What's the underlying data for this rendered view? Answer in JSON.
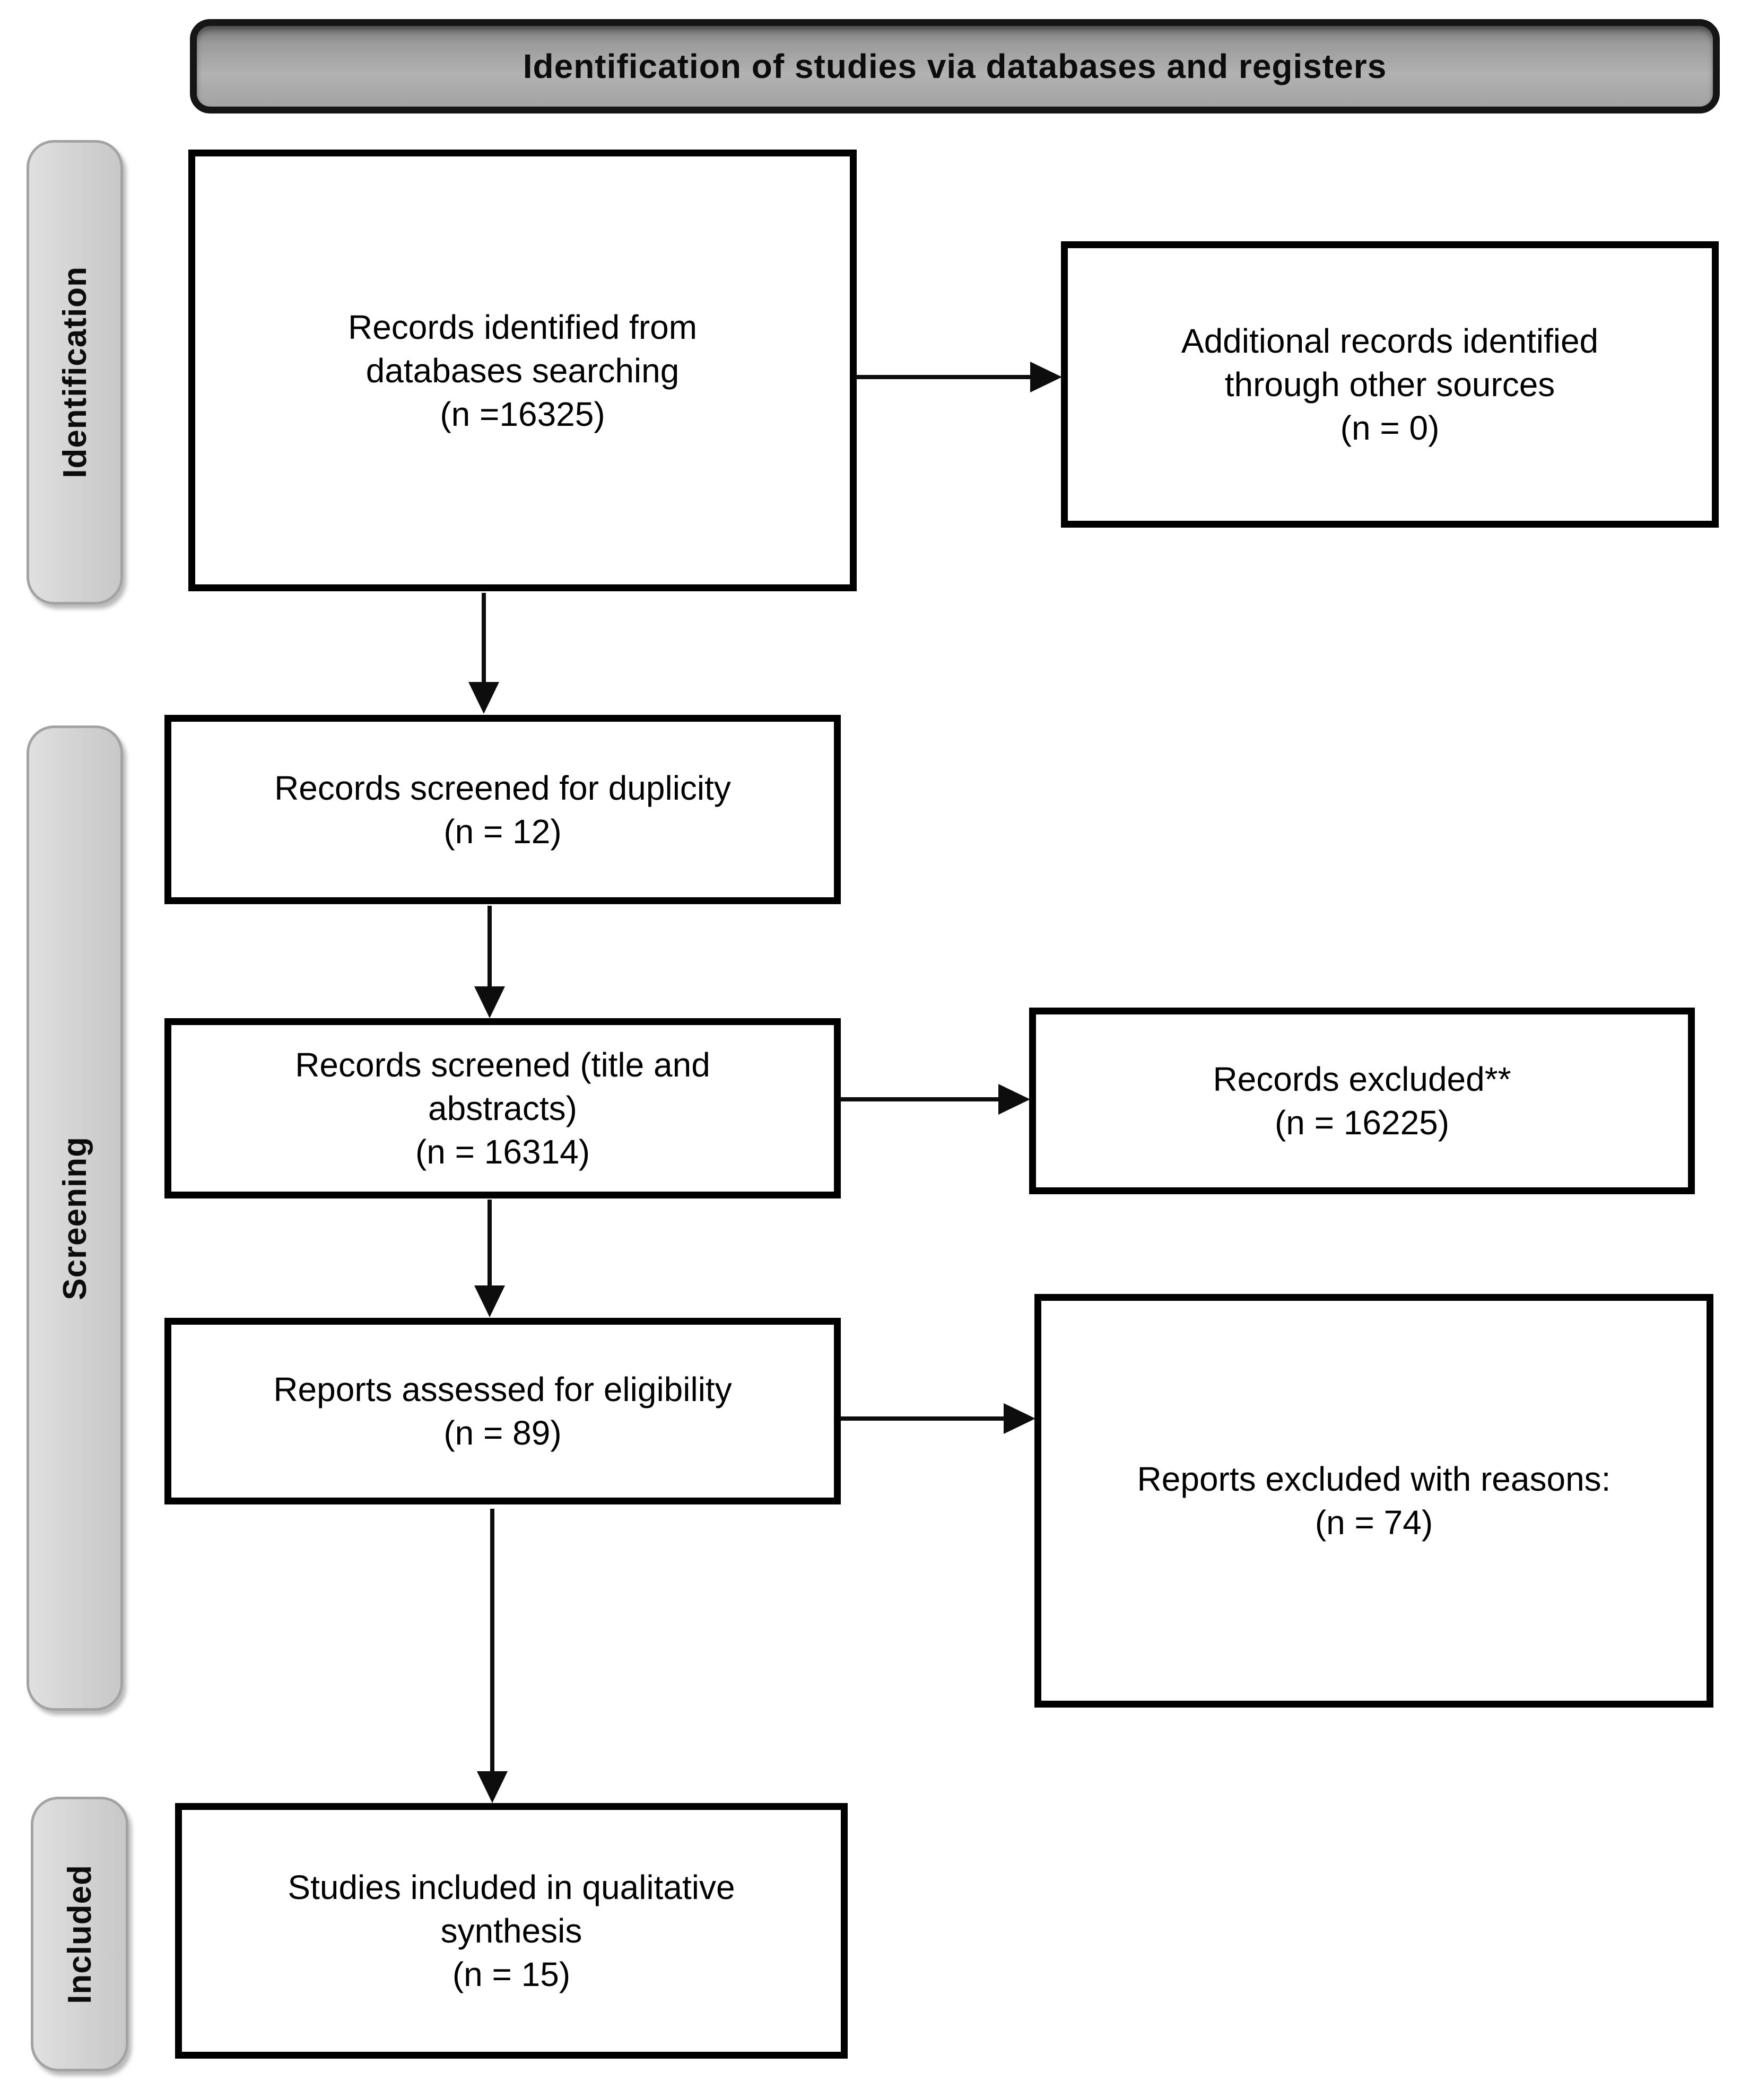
{
  "header": {
    "title": "Identification of studies via databases and registers"
  },
  "stages": {
    "identification": "Identification",
    "screening": "Screening",
    "included": "Included"
  },
  "boxes": {
    "records_identified": {
      "line1": "Records identified from",
      "line2": "databases searching",
      "line3": "(n =16325)"
    },
    "additional_records": {
      "line1": "Additional records identified",
      "line2": "through other sources",
      "line3": "(n = 0)"
    },
    "screened_duplicity": {
      "line1": "Records screened for duplicity",
      "line2": "(n = 12)"
    },
    "screened_title_abstracts": {
      "line1": "Records screened (title and",
      "line2": "abstracts)",
      "line3": "(n = 16314)"
    },
    "records_excluded": {
      "line1": "Records excluded**",
      "line2": "(n = 16225)"
    },
    "reports_assessed": {
      "line1": "Reports assessed for eligibility",
      "line2": "(n = 89)"
    },
    "reports_excluded": {
      "line1": "Reports excluded with reasons:",
      "line2": "(n = 74)"
    },
    "studies_included": {
      "line1": "Studies included in qualitative",
      "line2": "synthesis",
      "line3": "(n = 15)"
    }
  },
  "colors": {
    "box_border": "#000000",
    "arrow": "#0d0d0d",
    "text": "#000000",
    "header_fill": "#a8a8a8",
    "header_border": "#151515",
    "stage_fill": "#d2d2d2",
    "stage_border": "#a3a3a3",
    "background": "#ffffff"
  }
}
